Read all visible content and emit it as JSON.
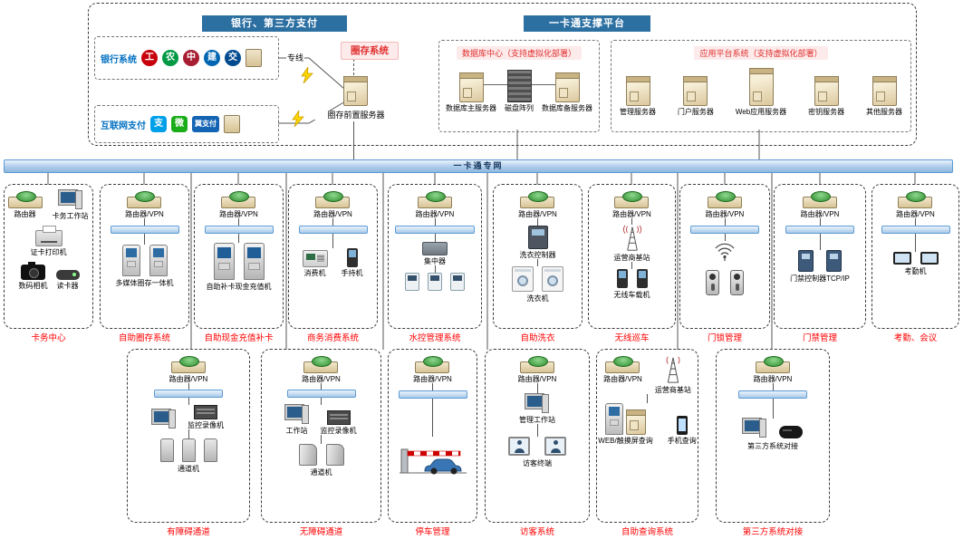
{
  "top": {
    "bank_header": "银行、第三方支付",
    "platform_header": "一卡通支撑平台",
    "bank_system": {
      "label": "银行系统",
      "banks": [
        {
          "ch": "工",
          "bg": "#c7000b"
        },
        {
          "ch": "农",
          "bg": "#009944"
        },
        {
          "ch": "中",
          "bg": "#a71e32"
        },
        {
          "ch": "建",
          "bg": "#0066b3"
        },
        {
          "ch": "交",
          "bg": "#004a8f"
        }
      ]
    },
    "dedicated_line": "专线",
    "quancun_tag": "圈存系统",
    "quancun_server": "圈存前置服务器",
    "internet_pay": {
      "label": "互联网支付",
      "providers": [
        {
          "ch": "支",
          "bg": "#00a0e9"
        },
        {
          "ch": "微",
          "bg": "#1aad19"
        },
        {
          "ch": "翼支付",
          "bg": "#1464b4"
        }
      ]
    },
    "db_center": {
      "title": "数据库中心（支持虚拟化部署）",
      "items": [
        "数据库主服务器",
        "磁盘阵列",
        "数据库备服务器"
      ]
    },
    "app_platform": {
      "title": "应用平台系统（支持虚拟化部署）",
      "servers": [
        "管理服务器",
        "门户服务器",
        "Web应用服务器",
        "密钥服务器",
        "其他服务器"
      ]
    }
  },
  "backbone": "一卡通专网",
  "row1": [
    {
      "caption": "卡务中心",
      "router": "路由器",
      "devices": [
        "卡务工作站",
        "证卡打印机",
        "数码相机",
        "读卡器"
      ]
    },
    {
      "caption": "自助圈存系统",
      "router": "路由器/VPN",
      "devices": [
        "多媒体圈存一体机"
      ]
    },
    {
      "caption": "自助现金充值补卡",
      "router": "路由器/VPN",
      "devices": [
        "自助补卡现金充值机"
      ]
    },
    {
      "caption": "商务消费系统",
      "router": "路由器/VPN",
      "devices": [
        "消费机",
        "手持机"
      ]
    },
    {
      "caption": "水控管理系统",
      "router": "路由器/VPN",
      "devices": [
        "集中器"
      ]
    },
    {
      "caption": "自助洗衣",
      "router": "路由器/VPN",
      "devices": [
        "洗衣控制器",
        "洗衣机"
      ]
    },
    {
      "caption": "无线巡车",
      "router": "路由器/VPN",
      "devices": [
        "运营商基站",
        "无线车载机"
      ]
    },
    {
      "caption": "门锁管理",
      "router": "路由器/VPN",
      "devices": []
    },
    {
      "caption": "门禁管理",
      "router": "路由器/VPN",
      "devices": [
        "门禁控制器TCP/IP"
      ]
    },
    {
      "caption": "考勤、会议",
      "router": "路由器/VPN",
      "devices": [
        "考勤机"
      ]
    }
  ],
  "row2": [
    {
      "caption": "有障碍通道",
      "router": "路由器/VPN",
      "devices": [
        "监控录像机",
        "通道机"
      ]
    },
    {
      "caption": "无障碍通道",
      "router": "路由器/VPN",
      "devices": [
        "工作站",
        "监控录像机",
        "通道机"
      ]
    },
    {
      "caption": "停车管理",
      "router": "路由器/VPN",
      "devices": []
    },
    {
      "caption": "访客系统",
      "router": "路由器/VPN",
      "devices": [
        "管理工作站",
        "访客终端"
      ]
    },
    {
      "caption": "自助查询系统",
      "router": "路由器/VPN",
      "devices": [
        "运营商基站",
        "WEB/触摸屏查询",
        "手机查询"
      ]
    },
    {
      "caption": "第三方系统对接",
      "router": "路由器/VPN",
      "devices": [
        "第三方系统对接"
      ]
    }
  ],
  "colors": {
    "header_bg": "#2c6fa1",
    "backbone_fill": "#bdd7ee",
    "backbone_border": "#5b9bd5",
    "caption_red": "#ff0000",
    "pink_tag_bg": "#fdeaea",
    "tag_red_text": "#e03030",
    "blue_label": "#0070c0"
  }
}
